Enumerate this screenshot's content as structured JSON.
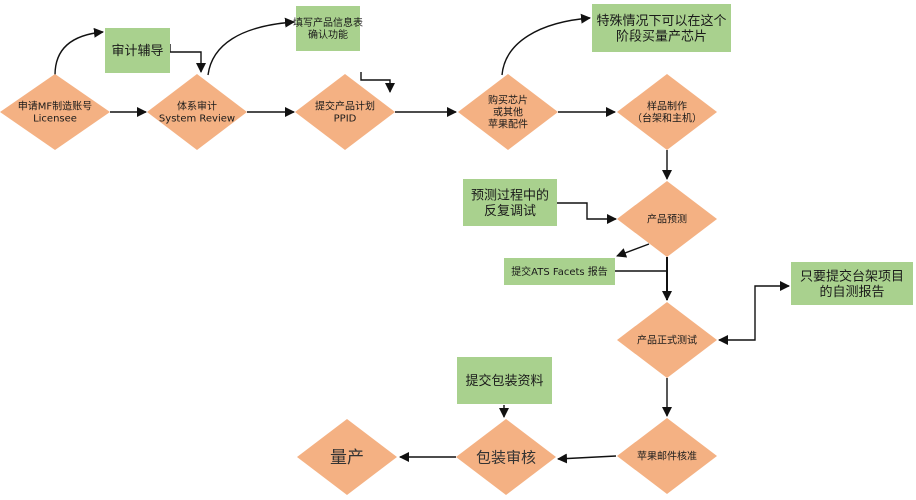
{
  "colors": {
    "diamond_fill": "#f4b183",
    "box_fill": "#a9d18e",
    "line": "#111111",
    "background": "#ffffff"
  },
  "diagram": {
    "type": "flowchart",
    "nodes": {
      "apply_account": {
        "shape": "diamond",
        "lines": [
          "申请MF制造账号",
          "Licensee"
        ]
      },
      "system_review": {
        "shape": "diamond",
        "lines": [
          "体系审计",
          "System Review"
        ]
      },
      "submit_ppid": {
        "shape": "diamond",
        "lines": [
          "提交产品计划",
          "PPID"
        ]
      },
      "buy_chips": {
        "shape": "diamond",
        "lines": [
          "购买芯片",
          "或其他",
          "苹果配件"
        ]
      },
      "make_samples": {
        "shape": "diamond",
        "lines": [
          "样品制作",
          "（台架和主机）"
        ]
      },
      "product_pretest": {
        "shape": "diamond",
        "lines": [
          "产品预测"
        ]
      },
      "formal_test": {
        "shape": "diamond",
        "lines": [
          "产品正式测试"
        ]
      },
      "apple_approval": {
        "shape": "diamond",
        "lines": [
          "苹果邮件核准"
        ]
      },
      "package_review": {
        "shape": "diamond",
        "lines": [
          "包装审核"
        ]
      },
      "mass_production": {
        "shape": "diamond",
        "lines": [
          "量产"
        ]
      },
      "audit_coaching": {
        "shape": "box",
        "lines": [
          "审计辅导"
        ]
      },
      "fill_product_info": {
        "shape": "box",
        "lines": [
          "填写产品信息表",
          "确认功能"
        ]
      },
      "special_case": {
        "shape": "box",
        "lines": [
          "特殊情况下可以在这个",
          "阶段买量产芯片"
        ]
      },
      "iterative_debug": {
        "shape": "box",
        "lines": [
          "预测过程中的",
          "反复调试"
        ]
      },
      "submit_ats": {
        "shape": "box",
        "lines": [
          "提交ATS Facets 报告"
        ]
      },
      "self_test_report": {
        "shape": "box",
        "lines": [
          "只要提交台架项目",
          "的自测报告"
        ]
      },
      "submit_package": {
        "shape": "box",
        "lines": [
          "提交包装资料"
        ]
      }
    },
    "edges": [
      {
        "from": "apply_account",
        "to": "system_review"
      },
      {
        "from": "apply_account",
        "to": "audit_coaching"
      },
      {
        "from": "audit_coaching",
        "to": "system_review"
      },
      {
        "from": "system_review",
        "to": "submit_ppid"
      },
      {
        "from": "system_review",
        "to": "fill_product_info"
      },
      {
        "from": "fill_product_info",
        "to": "submit_ppid"
      },
      {
        "from": "submit_ppid",
        "to": "buy_chips"
      },
      {
        "from": "buy_chips",
        "to": "special_case"
      },
      {
        "from": "buy_chips",
        "to": "make_samples"
      },
      {
        "from": "make_samples",
        "to": "product_pretest"
      },
      {
        "from": "iterative_debug",
        "to": "product_pretest"
      },
      {
        "from": "product_pretest",
        "to": "submit_ats"
      },
      {
        "from": "product_pretest",
        "to": "formal_test"
      },
      {
        "from": "submit_ats",
        "to": "formal_test"
      },
      {
        "from": "formal_test",
        "to": "self_test_report",
        "bidirectional": true
      },
      {
        "from": "formal_test",
        "to": "apple_approval"
      },
      {
        "from": "apple_approval",
        "to": "package_review"
      },
      {
        "from": "submit_package",
        "to": "package_review"
      },
      {
        "from": "package_review",
        "to": "mass_production"
      }
    ]
  }
}
